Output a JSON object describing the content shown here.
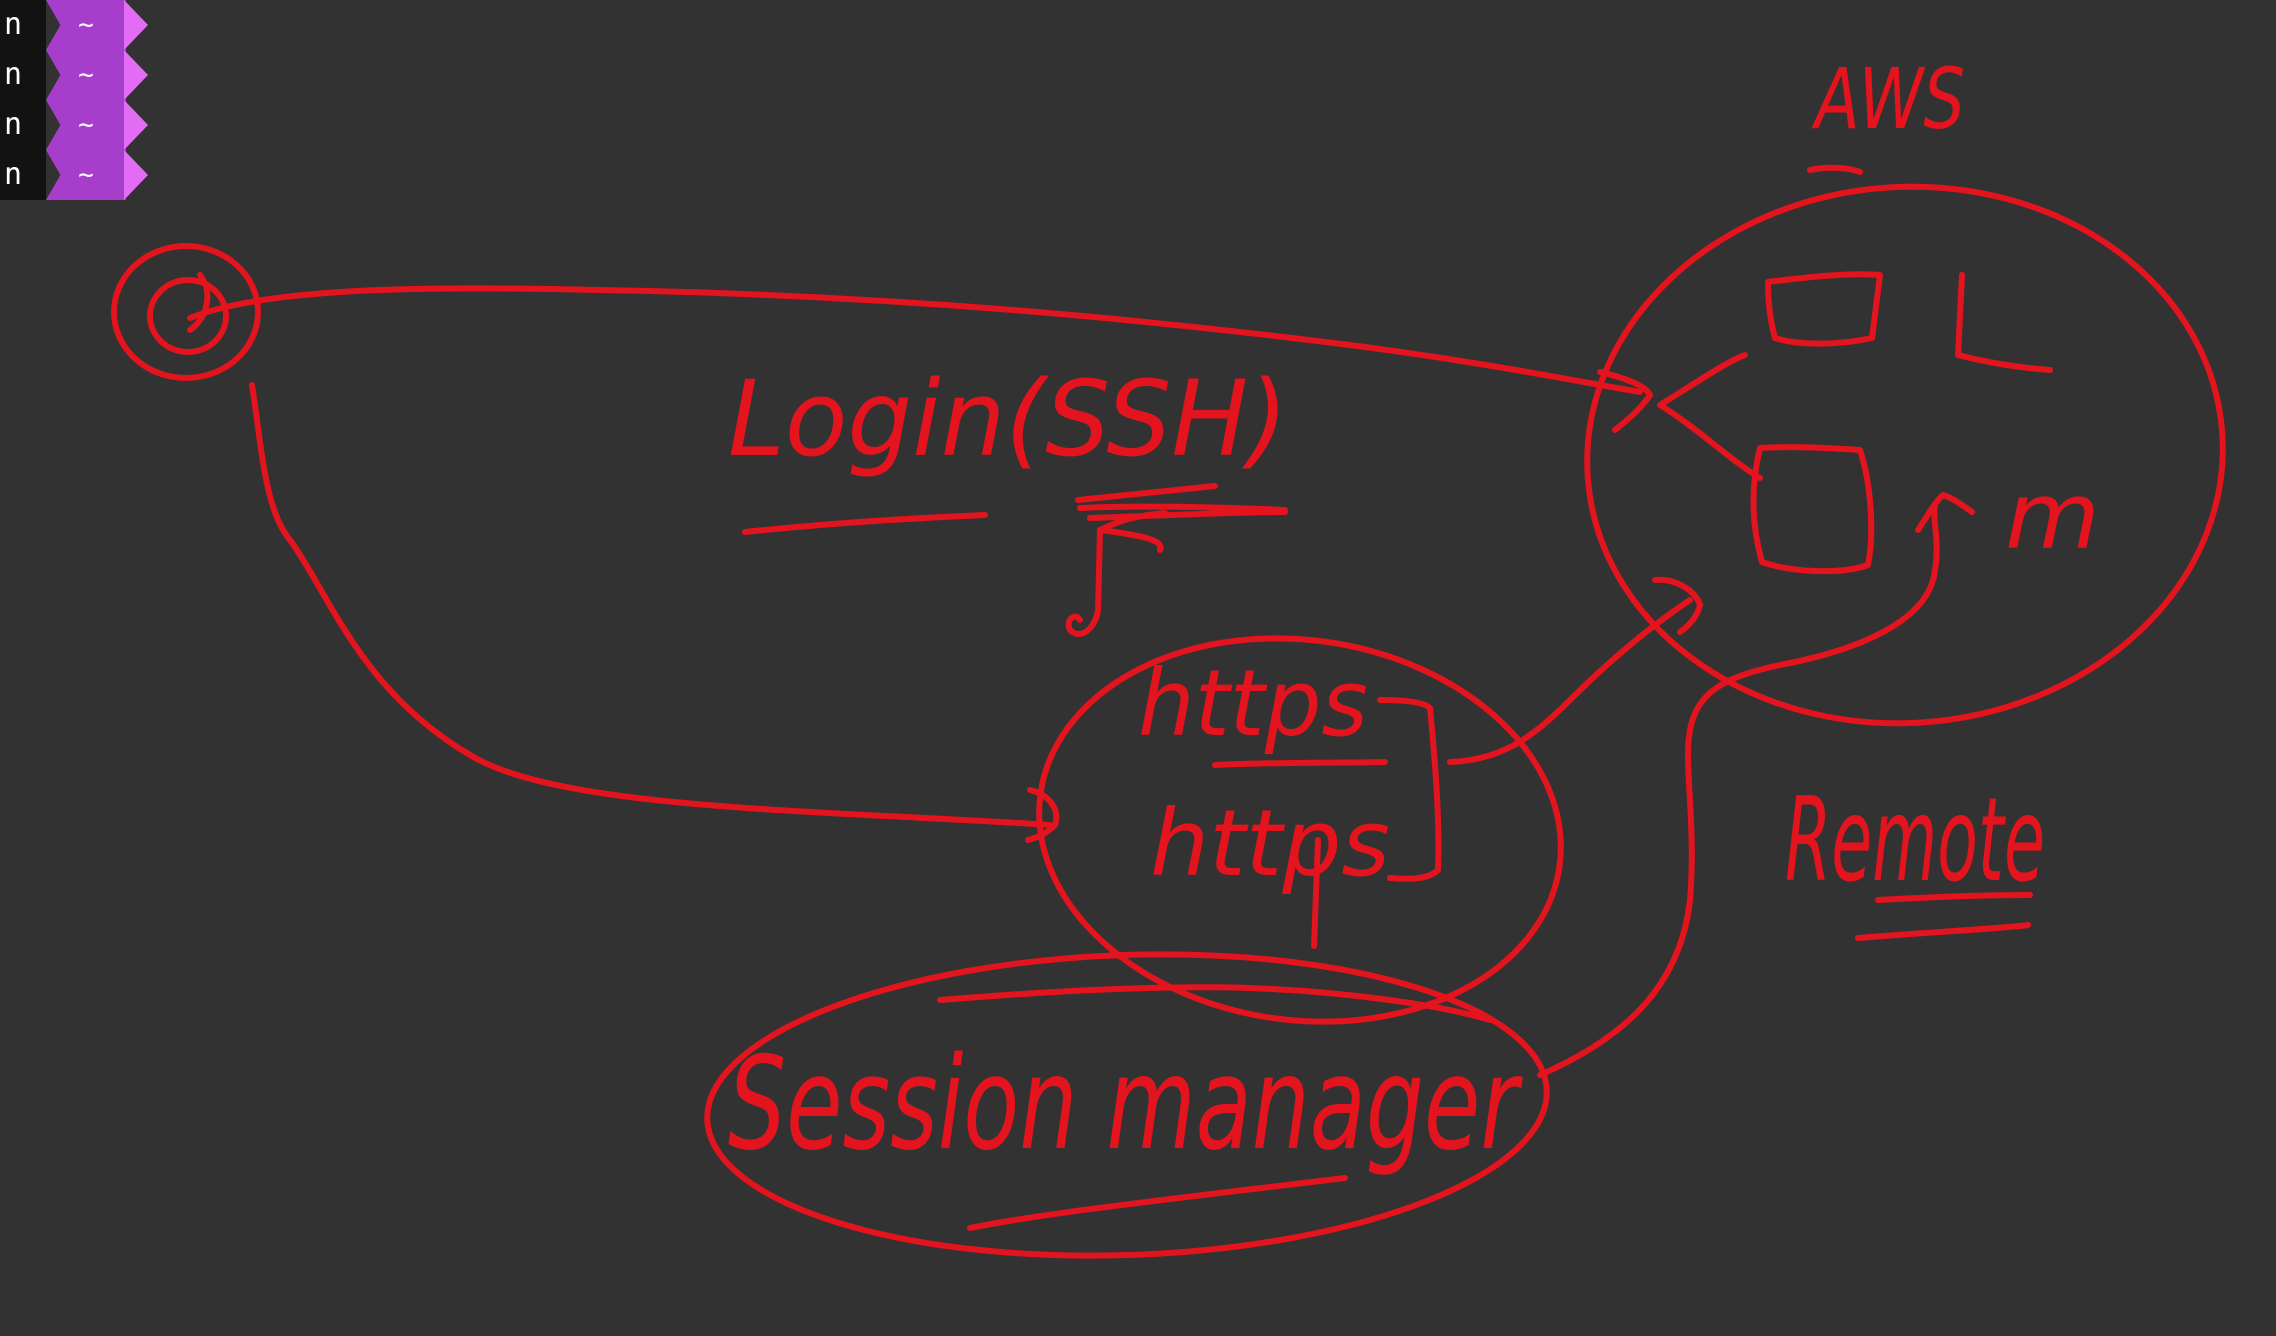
{
  "terminal_prompt": {
    "rows": [
      {
        "host": ".n",
        "dir": "~"
      },
      {
        "host": ".n",
        "dir": "~"
      },
      {
        "host": ".n",
        "dir": "~"
      },
      {
        "host": ".n",
        "dir": "~"
      }
    ]
  },
  "diagram": {
    "ink_color": "#e3141e",
    "background_color": "#323232",
    "labels": {
      "cloud": "AWS",
      "login": "Login(SSH)",
      "https_top": "https",
      "https_bottom": "https",
      "session": "Session manager",
      "remote": "Remote",
      "node_m": "m"
    }
  }
}
